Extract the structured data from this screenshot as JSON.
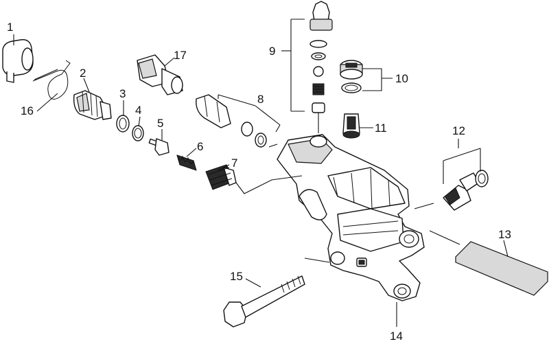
{
  "parts": [
    {
      "id": "1",
      "label": "1"
    },
    {
      "id": "2",
      "label": "2"
    },
    {
      "id": "3",
      "label": "3"
    },
    {
      "id": "4",
      "label": "4"
    },
    {
      "id": "5",
      "label": "5"
    },
    {
      "id": "6",
      "label": "6"
    },
    {
      "id": "7",
      "label": "7"
    },
    {
      "id": "8",
      "label": "8"
    },
    {
      "id": "9",
      "label": "9"
    },
    {
      "id": "10",
      "label": "10"
    },
    {
      "id": "11",
      "label": "11"
    },
    {
      "id": "12",
      "label": "12"
    },
    {
      "id": "13",
      "label": "13"
    },
    {
      "id": "14",
      "label": "14"
    },
    {
      "id": "15",
      "label": "15"
    },
    {
      "id": "16",
      "label": "16"
    },
    {
      "id": "17",
      "label": "17"
    }
  ]
}
